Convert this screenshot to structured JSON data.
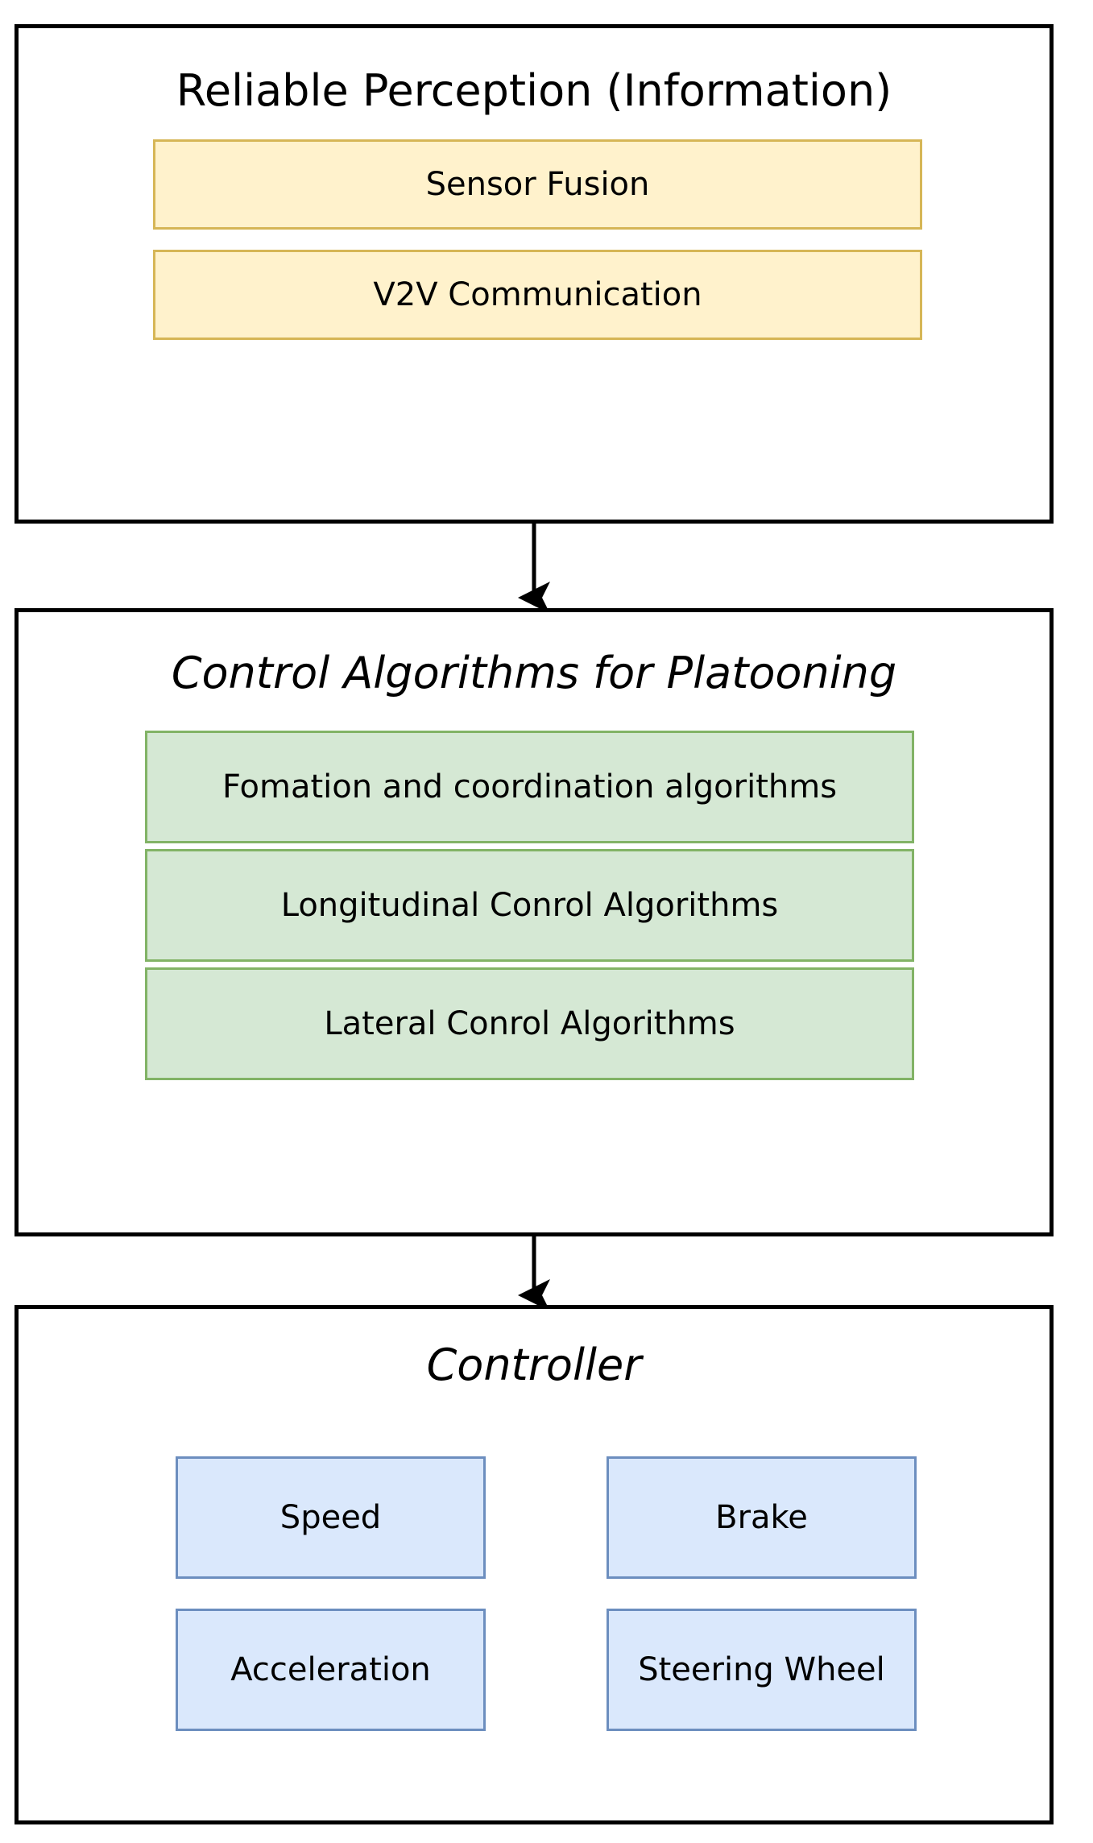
{
  "diagram": {
    "title": "Reliable Perception / Control Algorithms / Controller architecture",
    "colors": {
      "container_border": "#000000",
      "background": "#ffffff",
      "yellow_fill": "#fff2cc",
      "yellow_border": "#d6b656",
      "green_fill": "#d5e8d4",
      "green_border": "#82b366",
      "blue_fill": "#dae8fc",
      "blue_border": "#6c8ebf",
      "arrow": "#000000"
    },
    "sections": [
      {
        "id": "perception",
        "title": "Reliable Perception (Information)",
        "title_style": "normal",
        "node_color": "yellow",
        "nodes": [
          {
            "id": "sensor-fusion",
            "label": "Sensor Fusion"
          },
          {
            "id": "v2v-communication",
            "label": "V2V Communication"
          }
        ]
      },
      {
        "id": "control",
        "title": "Control Algorithms for Platooning",
        "title_style": "italic",
        "node_color": "green",
        "nodes": [
          {
            "id": "formation",
            "label": "Fomation and coordination algorithms"
          },
          {
            "id": "longitudinal",
            "label": "Longitudinal Conrol Algorithms"
          },
          {
            "id": "lateral",
            "label": "Lateral Conrol Algorithms"
          }
        ]
      },
      {
        "id": "controller",
        "title": "Controller",
        "title_style": "italic",
        "node_color": "blue",
        "nodes": [
          {
            "id": "speed",
            "label": "Speed"
          },
          {
            "id": "brake",
            "label": "Brake"
          },
          {
            "id": "acceleration",
            "label": "Acceleration"
          },
          {
            "id": "steering-wheel",
            "label": "Steering Wheel"
          }
        ]
      }
    ],
    "connectors": [
      {
        "id": "perception-to-control",
        "from": "perception",
        "to": "control",
        "type": "arrow-down"
      },
      {
        "id": "control-to-controller",
        "from": "control",
        "to": "controller",
        "type": "arrow-down"
      }
    ]
  }
}
